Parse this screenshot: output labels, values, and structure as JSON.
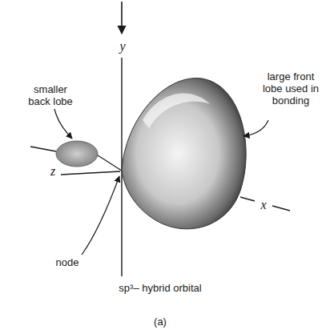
{
  "diagram": {
    "labels": [
      "y",
      "smaller back lobe",
      "large front lobe used in bonding",
      "x",
      "z",
      "node",
      "sp³– hybrid orbital",
      "(a)"
    ]
  }
}
